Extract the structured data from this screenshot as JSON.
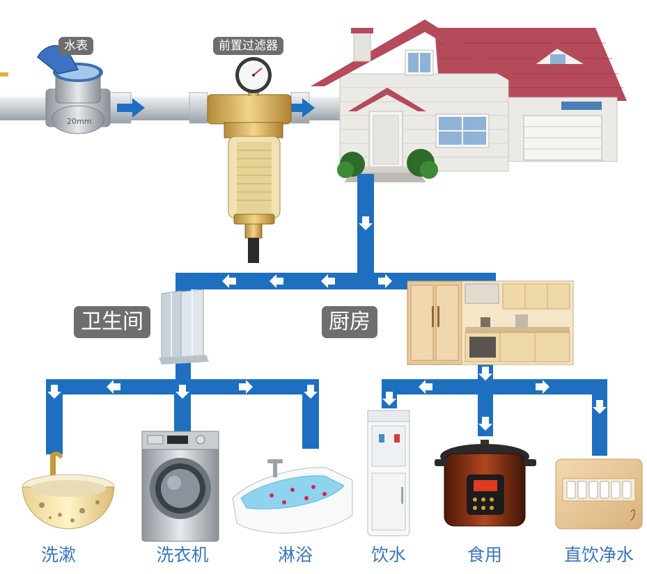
{
  "labels": {
    "meter": "水表",
    "prefilter": "前置过滤器",
    "bathroom": "卫生间",
    "kitchen": "厨房",
    "wash": "洗漱",
    "washer": "洗衣机",
    "shower": "淋浴",
    "drink": "饮水",
    "cooking": "食用",
    "purifier": "直饮净水"
  },
  "colors": {
    "pipe": "#1e6fbf",
    "label_text": "#3a75b8",
    "tag_bg": "#6e6e6e",
    "roof": "#b44a5a",
    "wall": "#eceae6"
  }
}
